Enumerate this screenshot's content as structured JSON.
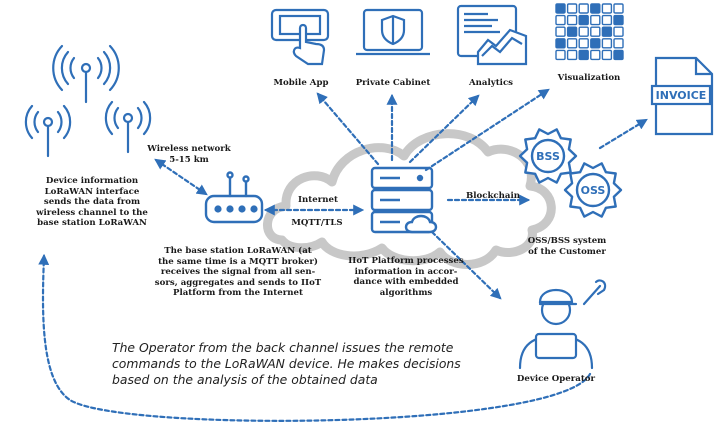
{
  "colors": {
    "accent": "#2f6fb8",
    "cloud": "#c8c8c8",
    "text": "#1a1a1a"
  },
  "labels": {
    "mobile_app": "Mobile App",
    "private_cabinet": "Private Cabinet",
    "analytics": "Analytics",
    "visualization": "Visualization",
    "invoice": "INVOICE",
    "bss": "BSS",
    "oss": "OSS",
    "wireless_network": [
      "Wireless network",
      "5-15 km"
    ],
    "device_info": [
      "Device information",
      "LoRaWAN  interface",
      "sends the data from",
      "wireless channel to the",
      "base station LoRaWAN"
    ],
    "internet": "Internet",
    "mqtt": "MQTT/TLS",
    "blockchain": "Blockchain",
    "base_station": [
      "The base station LoRaWAN (at",
      "the same time is a MQTT broker)",
      "receives the signal from all sen-",
      "sors, aggregates and sends to IIoT",
      "Platform from the Internet"
    ],
    "iiot_platform": [
      "IIoT Platform processes",
      "information in accor-",
      "dance with embedded",
      "algorithms"
    ],
    "oss_bss": [
      "OSS/BSS system",
      "of the Customer"
    ],
    "device_operator": "Device Operator",
    "operator_note": [
      "The Operator from the back channel issues the remote",
      "commands to the LoRaWAN device. He makes decisions",
      "based on the analysis of the obtained data"
    ]
  }
}
